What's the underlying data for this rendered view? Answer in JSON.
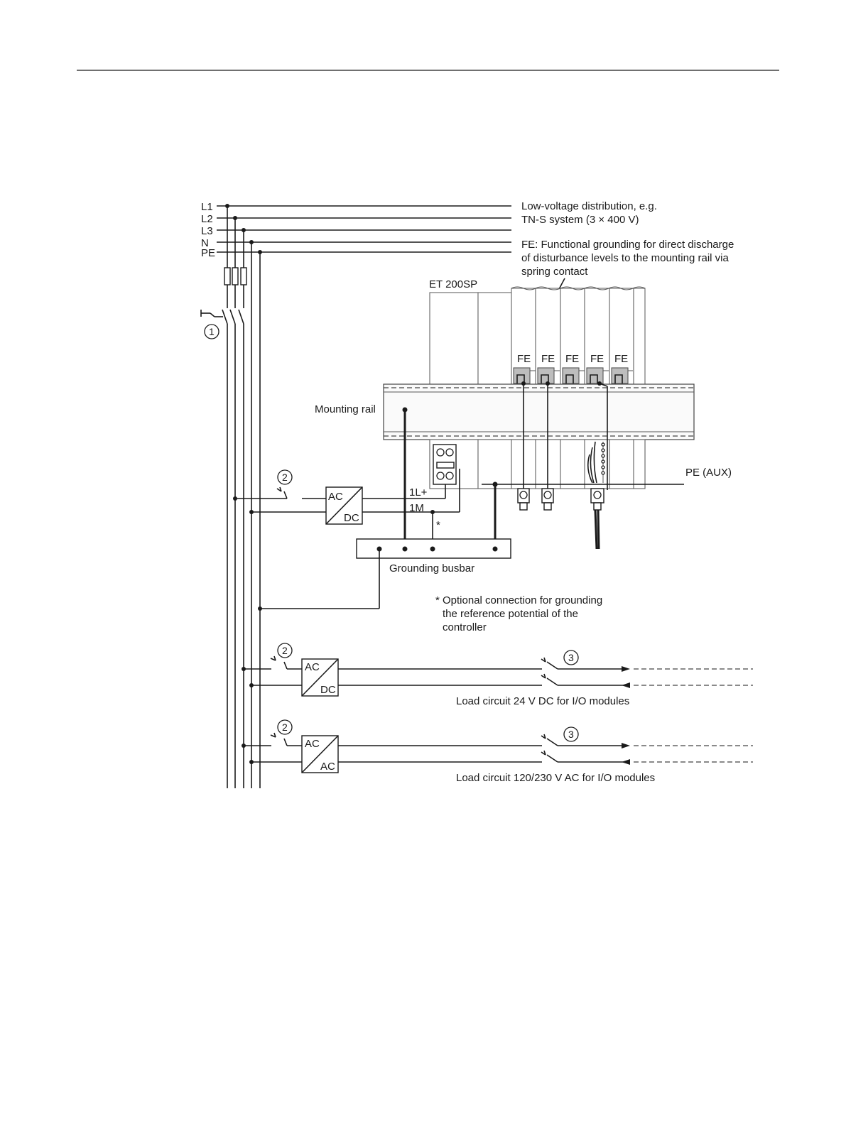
{
  "lines": {
    "l1": "L1",
    "l2": "L2",
    "l3": "L3",
    "n": "N",
    "pe": "PE"
  },
  "labels": {
    "distribution_1": "Low-voltage distribution, e.g.",
    "distribution_2": "TN-S system (3 × 400 V)",
    "fe_note_1": "FE: Functional grounding for direct discharge",
    "fe_note_2": "of disturbance levels to the mounting rail via",
    "fe_note_3": "spring contact",
    "et200sp": "ET 200SP",
    "mounting_rail": "Mounting rail",
    "pe_aux": "PE (AUX)",
    "l_plus": "1L+",
    "m": "1M",
    "star": "*",
    "grounding_busbar": "Grounding busbar",
    "optional_1": "* Optional connection for grounding",
    "optional_2": "the reference potential of the",
    "optional_3": "controller",
    "load_dc": "Load circuit 24 V DC for I/O modules",
    "load_ac": "Load circuit 120/230 V AC for I/O modules"
  },
  "fe_labels": [
    "FE",
    "FE",
    "FE",
    "FE",
    "FE"
  ],
  "markers": {
    "main_switch": "1",
    "ps_switch": "2",
    "load_switch": "3"
  },
  "converters": {
    "system": {
      "input": "AC",
      "output": "DC"
    },
    "load_dc": {
      "input": "AC",
      "output": "DC"
    },
    "load_ac": {
      "input": "AC",
      "output": "AC"
    }
  }
}
